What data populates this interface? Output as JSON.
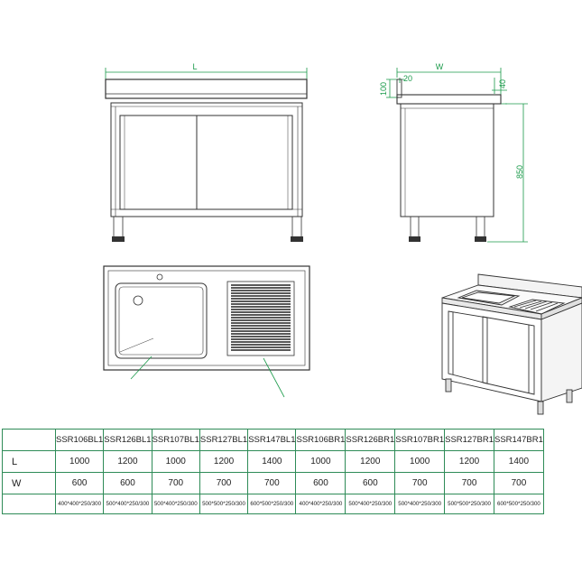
{
  "dimensions": {
    "length": "L",
    "width": "W",
    "height": "850",
    "backsplash": "100",
    "top_depth": "40",
    "upstand": "20"
  },
  "table": {
    "row_labels": [
      "",
      "L",
      "W",
      ""
    ],
    "models": [
      "SSR106BL1",
      "SSR126BL1",
      "SSR107BL1",
      "SSR127BL1",
      "SSR147BL1",
      "SSR106BR1",
      "SSR126BR1",
      "SSR107BR1",
      "SSR127BR1",
      "SSR147BR1"
    ],
    "L": [
      "1000",
      "1200",
      "1000",
      "1200",
      "1400",
      "1000",
      "1200",
      "1000",
      "1200",
      "1400"
    ],
    "W": [
      "600",
      "600",
      "700",
      "700",
      "700",
      "600",
      "600",
      "700",
      "700",
      "700"
    ],
    "sizes": [
      "400*400*250/300",
      "500*400*250/300",
      "500*400*250/300",
      "500*500*250/300",
      "600*500*250/300",
      "400*400*250/300",
      "500*400*250/300",
      "500*400*250/300",
      "500*500*250/300",
      "600*500*250/300"
    ]
  },
  "colors": {
    "dimension": "#1a9a4a",
    "line": "#333333",
    "grid": "#2e8b57"
  }
}
